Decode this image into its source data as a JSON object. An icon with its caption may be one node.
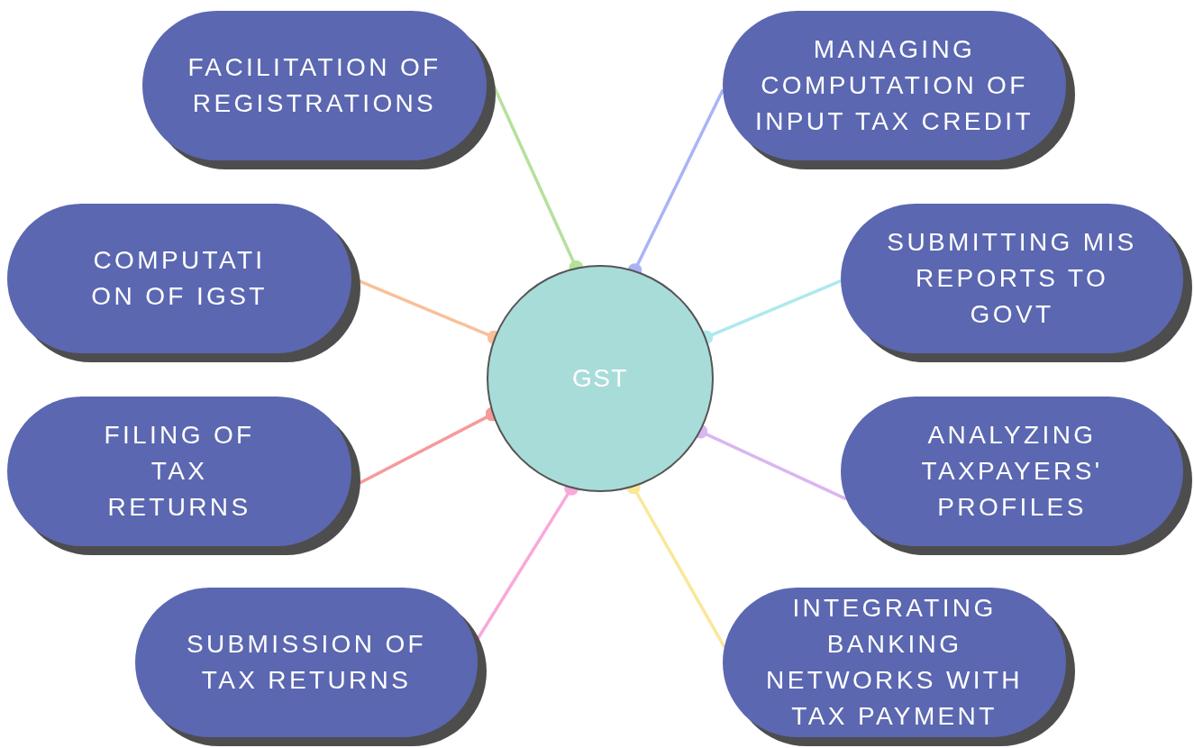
{
  "diagram": {
    "nodes": [
      {
        "text": [
          "GST"
        ]
      },
      {
        "text": [
          "FACILITATION OF REGISTRATIONS"
        ]
      },
      {
        "text": [
          "MANAGING COMPUTATION OF INPUT TAX CREDIT"
        ]
      },
      {
        "text": [
          "COMPUTATI ON OF IGST"
        ]
      },
      {
        "text": [
          "SUBMITTING MIS REPORTS TO GOVT"
        ]
      },
      {
        "text": [
          "FILING OF TAX RETURNS"
        ]
      },
      {
        "text": [
          "ANALYZING TAXPAYERS' PROFILES"
        ]
      },
      {
        "text": [
          "SUBMISSION OF TAX RETURNS"
        ]
      },
      {
        "text": [
          "INTEGRATING BANKING NETWORKS WITH TAX PAYMENT"
        ]
      }
    ],
    "edges": [
      {
        "from": 1,
        "to": 0,
        "arrow": "other",
        "color": "#b5e19a"
      },
      {
        "from": 2,
        "to": 0,
        "arrow": "other",
        "color": "#a9b4f5"
      },
      {
        "from": 3,
        "to": 0,
        "arrow": "other",
        "color": "#f9c09a"
      },
      {
        "from": 4,
        "to": 0,
        "arrow": "other",
        "color": "#aee9ee"
      },
      {
        "from": 5,
        "to": 0,
        "arrow": "other",
        "color": "#f79a9a"
      },
      {
        "from": 6,
        "to": 0,
        "arrow": "other",
        "color": "#dab6f0"
      },
      {
        "from": 7,
        "to": 0,
        "arrow": "other",
        "color": "#f9a8da"
      },
      {
        "from": 8,
        "to": 0,
        "arrow": "other",
        "color": "#fae79a"
      }
    ]
  }
}
